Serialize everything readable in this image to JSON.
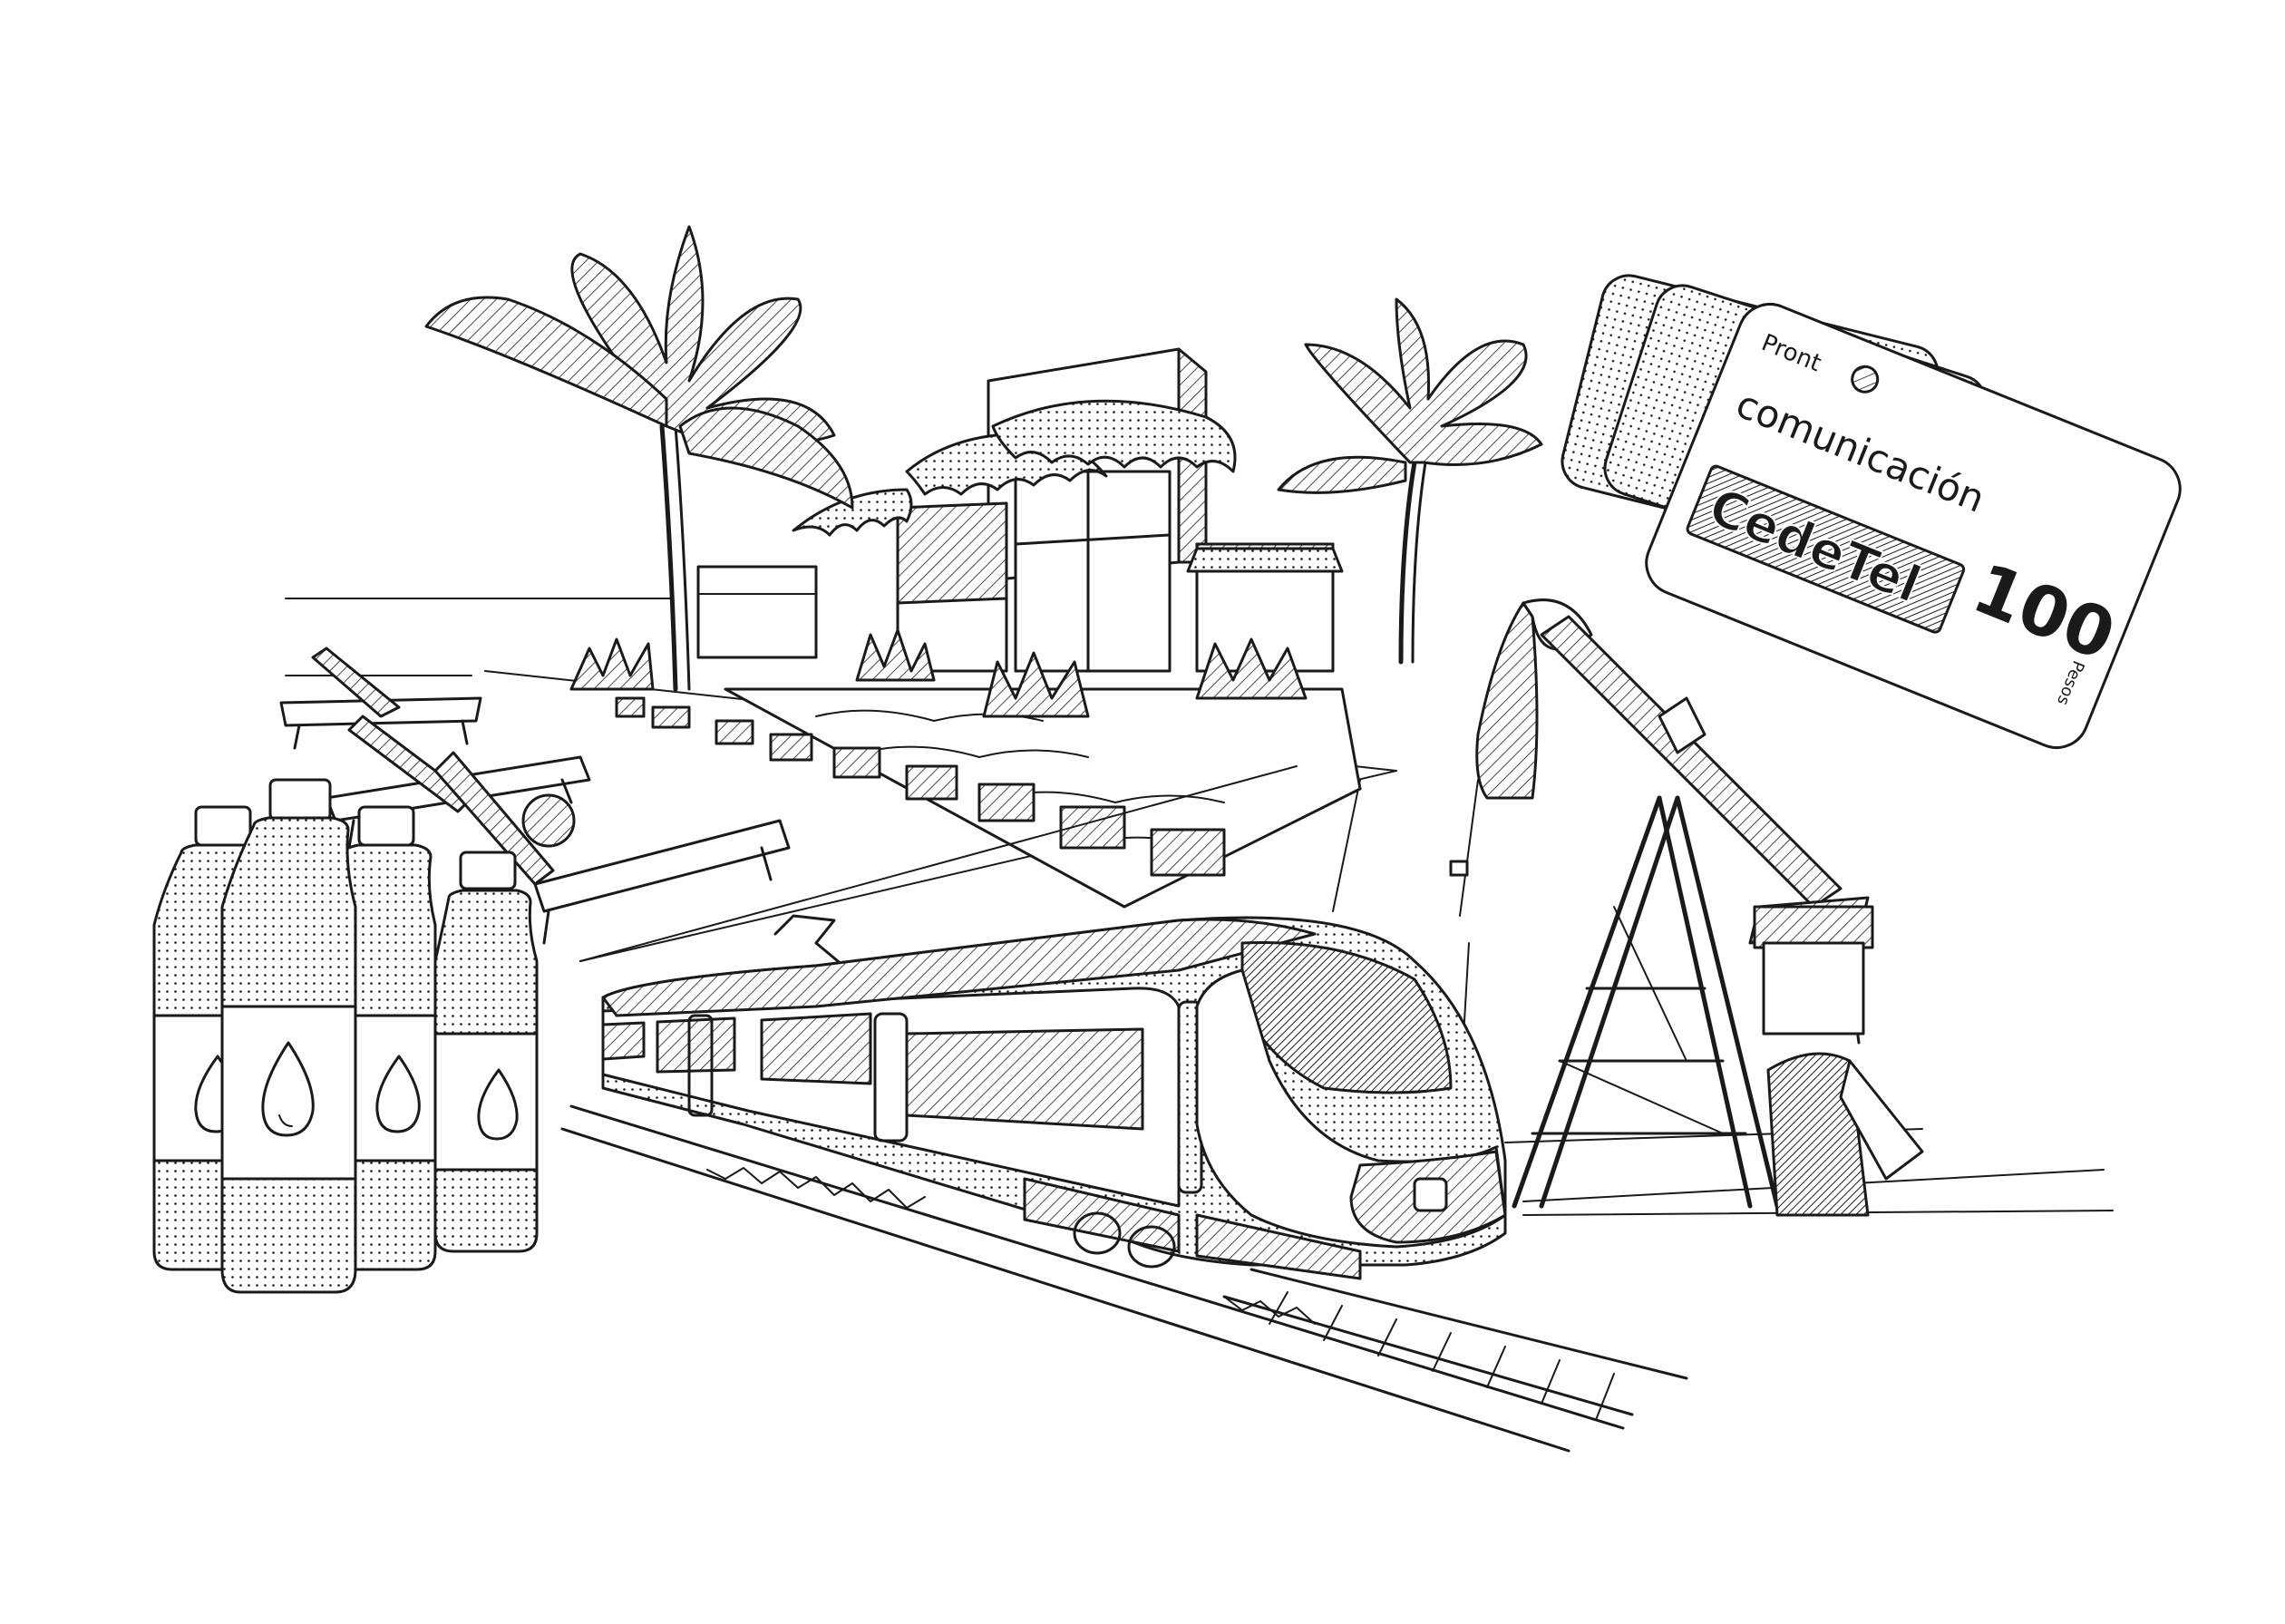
{
  "illustration": {
    "style": "black-and-white line drawing with hatching",
    "background_color": "#ffffff",
    "ink_color": "#1a1a1a"
  },
  "phone_card": {
    "brand": "CedeTel",
    "line_top": "Pront",
    "line_mid": "comunicación",
    "value": "100",
    "currency": "Pesos"
  }
}
